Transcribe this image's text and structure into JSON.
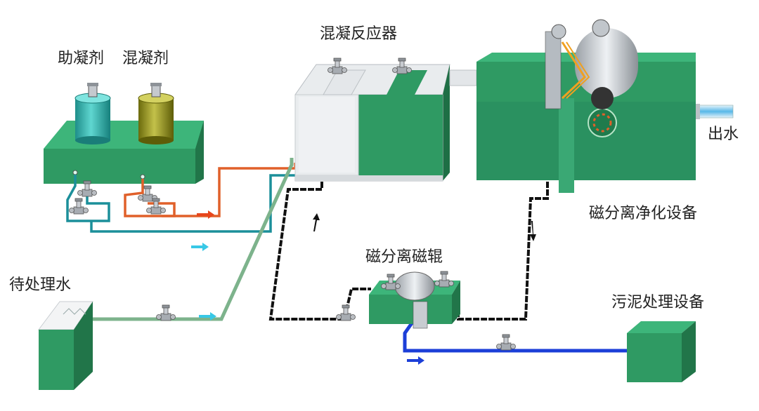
{
  "labels": {
    "coagulant_aid": "助凝剂",
    "coagulant": "混凝剂",
    "reactor": "混凝反应器",
    "raw_water": "待处理水",
    "outlet": "出水",
    "separator": "磁分离净化设备",
    "magnetic_drum": "磁分离磁辊",
    "sludge": "污泥处理设备"
  },
  "colors": {
    "tank_front": "#2f9a63",
    "tank_top": "#3db57a",
    "tank_side": "#217549",
    "pipe_teal": "#1b8f9a",
    "pipe_orange": "#e0602a",
    "pipe_green": "#7db38c",
    "pipe_black": "#111111",
    "pipe_blue": "#1c3fd8",
    "arrow_cyan": "#38c8e6",
    "arrow_red": "#e8461c",
    "chemical_cyan": "#2ab7b2",
    "chemical_olive": "#8c8a14"
  }
}
